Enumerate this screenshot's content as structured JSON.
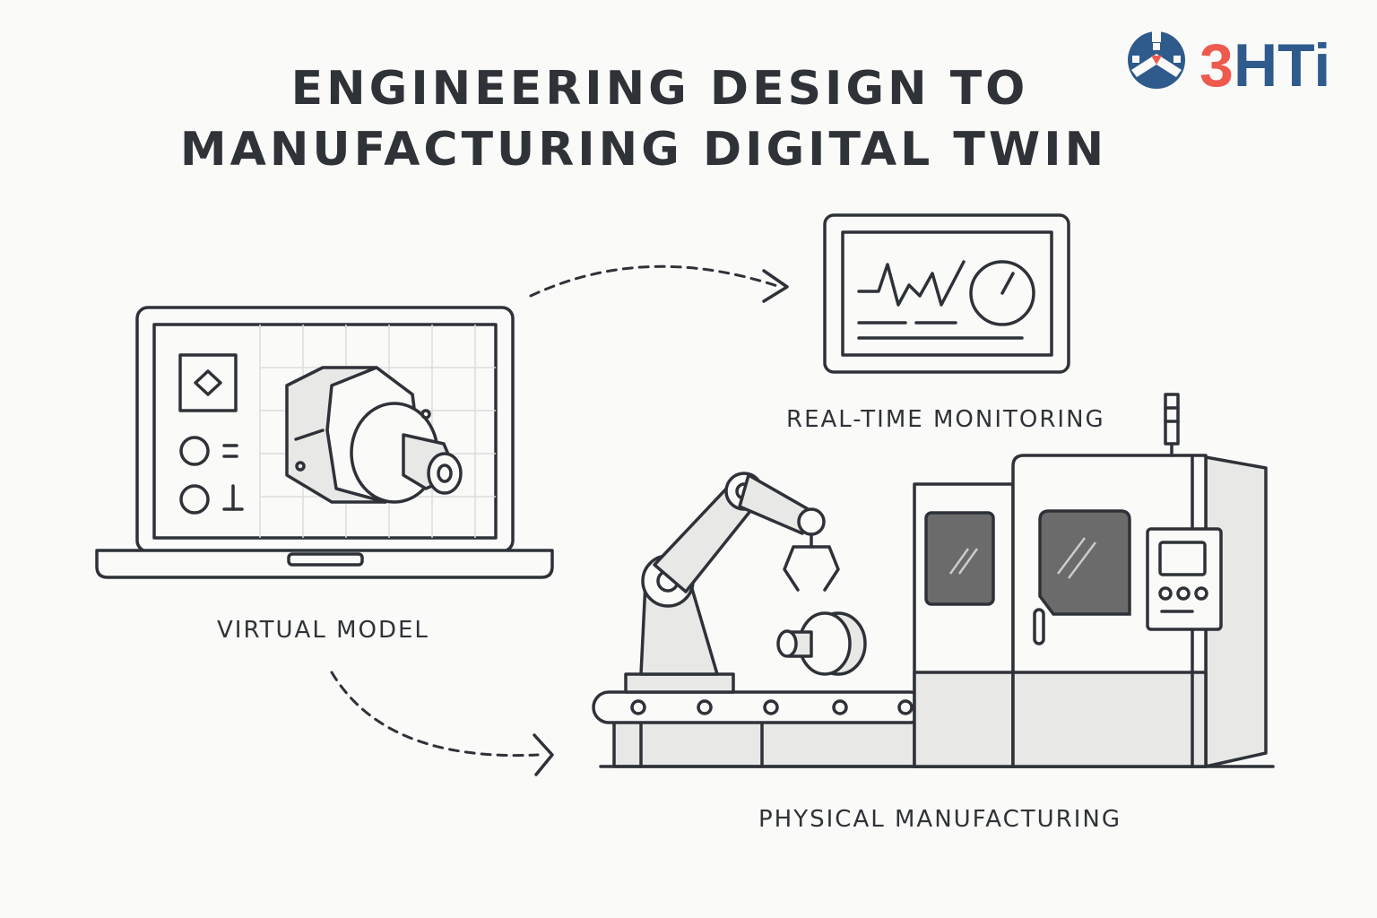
{
  "title": {
    "line1": "ENGINEERING DESIGN TO",
    "line2": "MANUFACTURING DIGITAL TWIN"
  },
  "logo": {
    "text_red": "3",
    "text_blue": "HTi",
    "colors": {
      "red": "#ef5a4f",
      "blue": "#2e5a8c"
    }
  },
  "labels": {
    "virtual_model": "VIRTUAL MODEL",
    "real_time_monitoring": "REAL-TIME MONITORING",
    "physical_manufacturing": "PHYSICAL MANUFACTURING"
  },
  "colors": {
    "stroke": "#2e3238",
    "background": "#fafaf8",
    "fill": "#e8e8e6",
    "window": "#6b6b6b"
  }
}
